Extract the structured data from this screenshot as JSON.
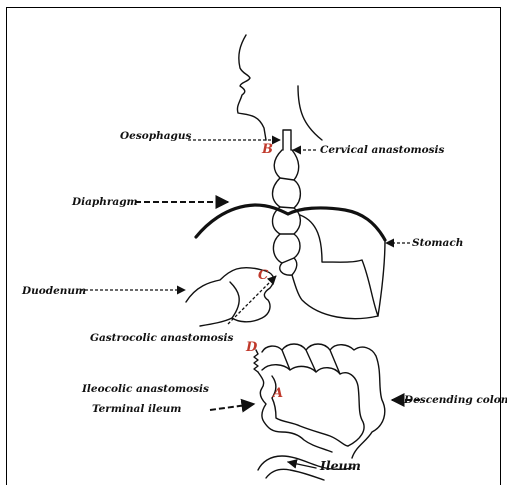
{
  "labels": {
    "oesophagus": "Oesophagus",
    "cervical_anastomosis": "Cervical anastomosis",
    "diaphragm": "Diaphragm",
    "stomach": "Stomach",
    "duodenum": "Duodenum",
    "gastrocolic_anastomosis": "Gastrocolic anastomosis",
    "ileocolic_anastomosis": "Ileocolic anastomosis",
    "terminal_ileum": "Terminal ileum",
    "descending_colon": "Descending colon",
    "ileum": "Ileum"
  },
  "markers": {
    "a": "A",
    "b": "B",
    "c": "C",
    "d": "D"
  },
  "colors": {
    "marker": "#c0392b",
    "line": "#111111",
    "border": "#000000"
  }
}
